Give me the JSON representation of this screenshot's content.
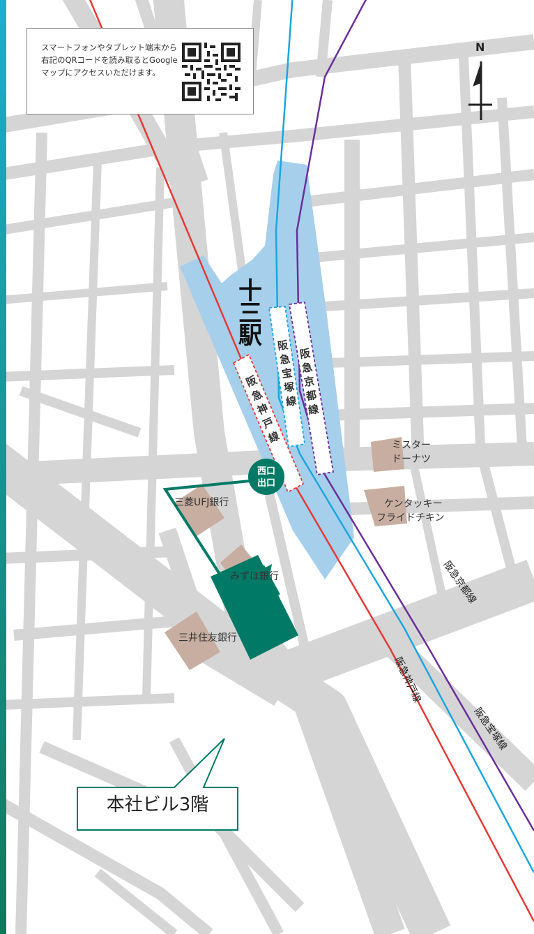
{
  "qr_caption": "スマートフォンやタブレット端末から右記のQRコードを読み取るとGoogleマップにアクセスいただけます。",
  "north_label": "N",
  "station": {
    "name_chars": [
      "十",
      "三",
      "駅"
    ],
    "exit_line1": "西口",
    "exit_line2": "出口"
  },
  "platforms": {
    "kobe_chars": [
      "阪",
      "急",
      "神",
      "戸",
      "線"
    ],
    "takarazuka_chars": [
      "阪",
      "急",
      "宝",
      "塚",
      "線"
    ],
    "kyoto_chars": [
      "阪",
      "急",
      "京",
      "都",
      "線"
    ]
  },
  "rail_labels": {
    "kobe": "阪急神戸線",
    "takarazuka": "阪急宝塚線",
    "kyoto": "阪急京都線"
  },
  "places": {
    "mufg": "三菱UFJ銀行",
    "mizuho": "みずほ銀行",
    "smbc": "三井住友銀行",
    "mister_1": "ミスター",
    "mister_2": "ドーナツ",
    "kfc_1": "ケンタッキー",
    "kfc_2": "フライドチキン"
  },
  "destination": "本社ビル3階",
  "colors": {
    "accent_green": "#007a66",
    "station_blue": "#a6cfeb",
    "road_gray": "#d5d5d5",
    "building_brown": "#c7aea0",
    "kobe_line": "#e53935",
    "takarazuka_line": "#1ba6e0",
    "kyoto_line": "#6a2e9a"
  }
}
